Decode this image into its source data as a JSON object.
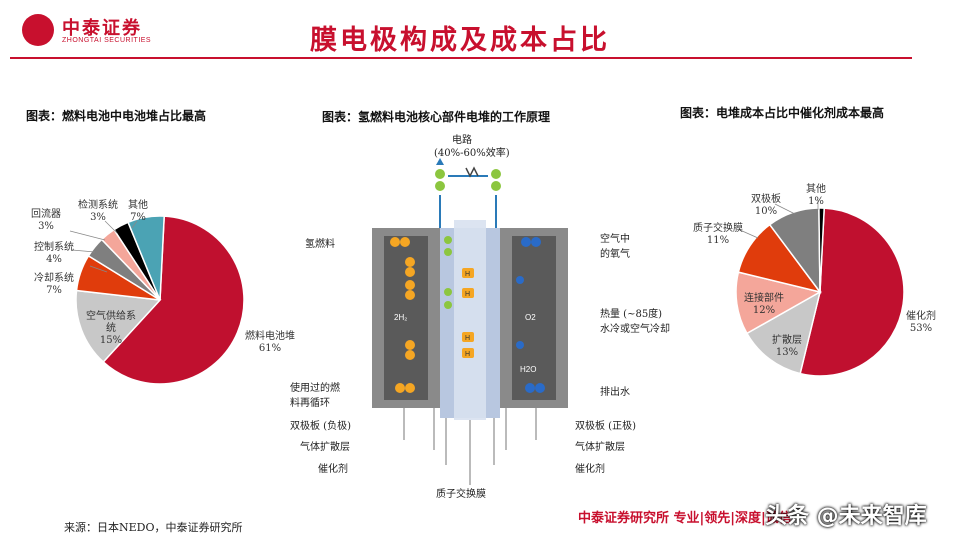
{
  "header": {
    "logo_text": "中泰证券",
    "logo_sub": "ZHONGTAI SECURITIES",
    "title": "膜电极构成及成本占比"
  },
  "left_panel": {
    "title": "图表：燃料电池中电池堆占比最高",
    "labels": {
      "stack": "燃料电池堆",
      "stack_pct": "61%",
      "air": "空气供给系",
      "air2": "统",
      "air_pct": "15%",
      "cool": "冷却系统",
      "cool_pct": "7%",
      "ctrl": "控制系统",
      "ctrl_pct": "4%",
      "back": "回流器",
      "back_pct": "3%",
      "det": "检测系统",
      "det_pct": "3%",
      "oth": "其他",
      "oth_pct": "7%"
    }
  },
  "middle_panel": {
    "title": "图表：氢燃料电池核心部件电堆的工作原理",
    "circuit": "电路",
    "efficiency": "(40%-60%效率)",
    "hydrogen": "氢燃料",
    "air_oxygen1": "空气中",
    "air_oxygen2": "的氧气",
    "heat1": "热量 (~85度)",
    "heat2": "水冷或空气冷却",
    "recycle1": "使用过的燃",
    "recycle2": "料再循环",
    "drain": "排出水",
    "h2": "2H₂",
    "o2": "O2",
    "h2o": "H2O",
    "h": "H",
    "bp_neg": "双极板 (负极)",
    "gdl_l": "气体扩散层",
    "cat_l": "催化剂",
    "bp_pos": "双极板 (正极)",
    "gdl_r": "气体扩散层",
    "cat_r": "催化剂",
    "pem": "质子交换膜"
  },
  "right_panel": {
    "title": "图表：电堆成本占比中催化剂成本最高",
    "labels": {
      "cat": "催化剂",
      "cat_pct": "53%",
      "gdl": "扩散层",
      "gdl_pct": "13%",
      "conn": "连接部件",
      "conn_pct": "12%",
      "pem": "质子交换膜",
      "pem_pct": "11%",
      "bp": "双极板",
      "bp_pct": "10%",
      "oth": "其他",
      "oth_pct": "1%"
    }
  },
  "source": "来源：日本NEDO，中泰证券研究所",
  "footer": "中泰证券研究所 专业|领先|深度|诚信",
  "watermark": "头条 @未来智库",
  "colors": {
    "brand_red": "#c8102e",
    "crimson": "#c0102f",
    "gray_light": "#c8c8c8",
    "orange_red": "#e03c0c",
    "dark_gray": "#7f7f7f",
    "salmon": "#f4a69a",
    "black": "#000000",
    "teal": "#4ba3b4"
  },
  "chart_data": [
    {
      "type": "pie",
      "title": "图表：燃料电池中电池堆占比最高",
      "categories": [
        "燃料电池堆",
        "空气供给系统",
        "冷却系统",
        "控制系统",
        "回流器",
        "检测系统",
        "其他"
      ],
      "values": [
        61,
        15,
        7,
        4,
        3,
        3,
        7
      ],
      "colors": [
        "#c0102f",
        "#c8c8c8",
        "#e03c0c",
        "#7f7f7f",
        "#f4a69a",
        "#000000",
        "#4ba3b4"
      ]
    },
    {
      "type": "pie",
      "title": "图表：电堆成本占比中催化剂成本最高",
      "categories": [
        "催化剂",
        "扩散层",
        "连接部件",
        "质子交换膜",
        "双极板",
        "其他"
      ],
      "values": [
        53,
        13,
        12,
        11,
        10,
        1
      ],
      "colors": [
        "#c0102f",
        "#c8c8c8",
        "#f4a69a",
        "#e03c0c",
        "#7f7f7f",
        "#000000"
      ]
    }
  ]
}
